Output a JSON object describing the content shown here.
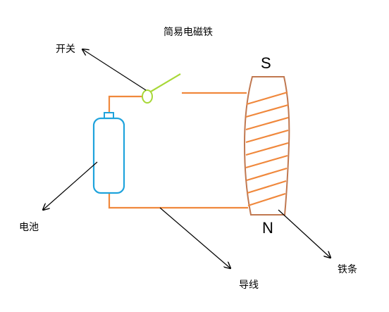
{
  "diagram": {
    "title": "简易电磁铁",
    "labels": {
      "switch": "开关",
      "battery": "电池",
      "wire": "导线",
      "iron_bar": "铁条"
    },
    "poles": {
      "top": "S",
      "bottom": "N"
    },
    "colors": {
      "wire": "#f0883c",
      "switch_lever": "#a8d838",
      "battery": "#1fa3dc",
      "coil": "#f0883c",
      "iron_bar_outline": "#c07850",
      "arrow": "#000000"
    }
  }
}
